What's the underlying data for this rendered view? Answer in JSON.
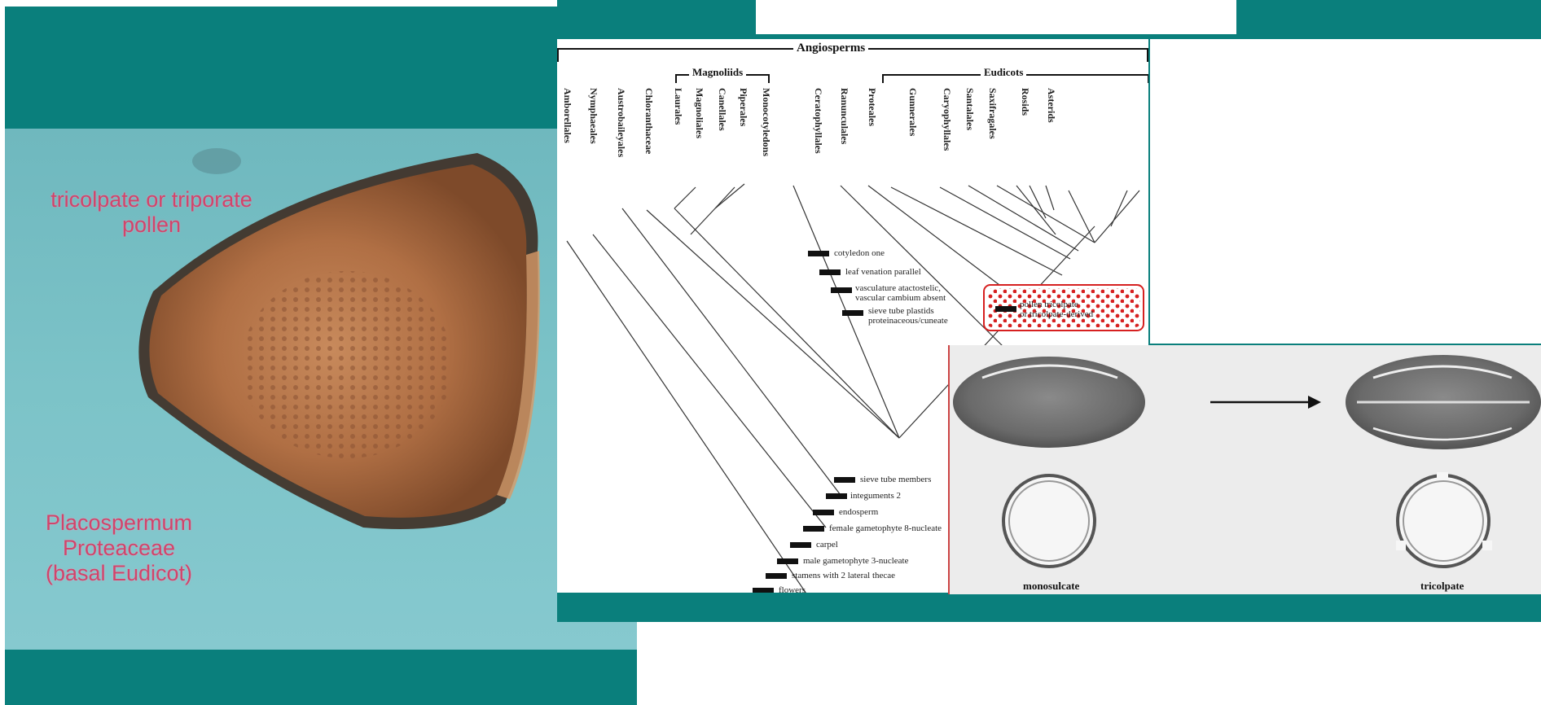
{
  "photo": {
    "caption_top": [
      "tricolpate or triporate",
      "pollen"
    ],
    "caption_bottom": [
      "Placospermum",
      "Proteaceae",
      "(basal Eudicot)"
    ]
  },
  "cladogram": {
    "title": "Angiosperms",
    "groups": {
      "magnoliids": "Magnoliids",
      "eudicots": "Eudicots"
    },
    "taxa": [
      "Amborellales",
      "Nymphaeales",
      "Austrobaileyales",
      "Chloranthaceae",
      "Laurales",
      "Magnoliales",
      "Canellales",
      "Piperales",
      "Monocotyledons",
      "Ceratophyllales",
      "Ranunculales",
      "Proteales",
      "Gunnerales",
      "Caryophyllales",
      "Santalales",
      "Saxifragales",
      "Rosids",
      "Asterids"
    ],
    "monocot_characters": [
      "cotyledon one",
      "leaf venation parallel",
      "vasculature atactostelic,",
      "vascular cambium absent",
      "sieve tube plastids",
      "proteinaceous/cuneate"
    ],
    "eudicot_characters": [
      "pollen tricolpate",
      "or tricolpate-derived"
    ],
    "angiosperm_characters": [
      "sieve tube members",
      "integuments 2",
      "endosperm",
      "female gametophyte 8-nucleate",
      "carpel",
      "male gametophyte 3-nucleate",
      "stamens with 2 lateral thecae",
      "flowers"
    ]
  },
  "pollen_types": {
    "left_label": "monosulcate",
    "right_label": "tricolpate"
  },
  "colors": {
    "teal": "#0a7f7c",
    "caption_pink": "#d2446b",
    "highlight_red": "#d62020"
  }
}
